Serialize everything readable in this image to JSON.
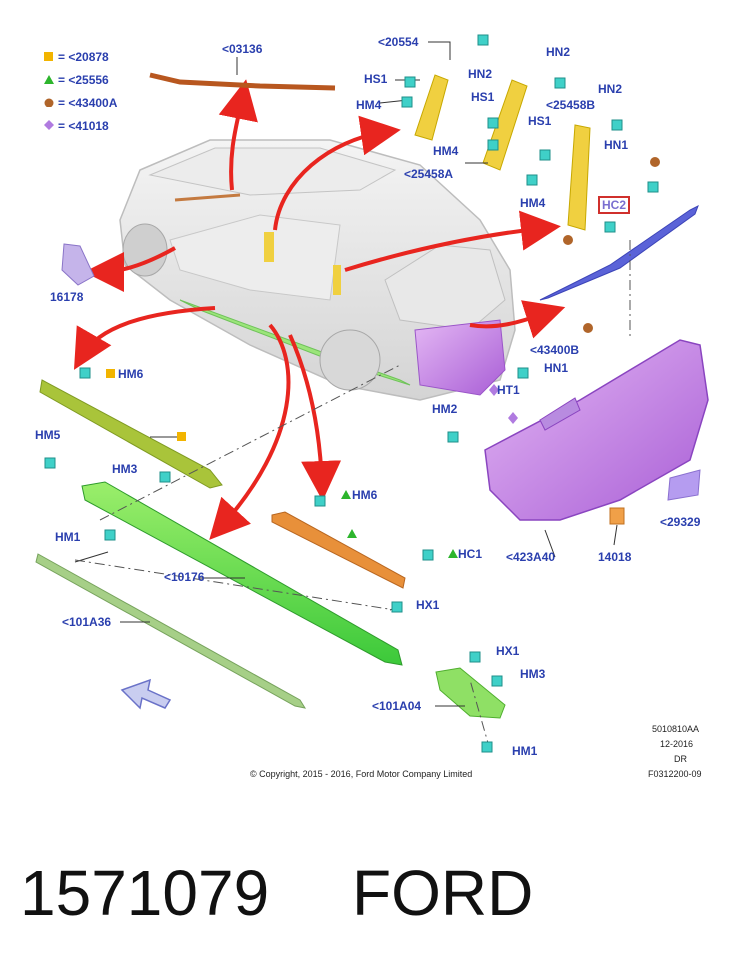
{
  "legend": [
    {
      "symbol": "square",
      "color": "#f2b400",
      "label": "= <20878"
    },
    {
      "symbol": "triangle",
      "color": "#2db52d",
      "label": "= <25556"
    },
    {
      "symbol": "circle",
      "color": "#b0652a",
      "label": "= <43400A"
    },
    {
      "symbol": "diamond",
      "color": "#b07be0",
      "label": "= <41018"
    }
  ],
  "callouts": {
    "c03136": "<03136",
    "c20554": "<20554",
    "hs1_a": "HS1",
    "hm4_a": "HM4",
    "hn2_a": "HN2",
    "hn2_b": "HN2",
    "hn2_c": "HN2",
    "hs1_b": "HS1",
    "c25458b": "<25458B",
    "hm4_b": "HM4",
    "hs1_c": "HS1",
    "hn1_a": "HN1",
    "c25458a": "<25458A",
    "hm4_c": "HM4",
    "hc2": "HC2",
    "c16178": "16178",
    "c43400b": "<43400B",
    "hm6_a": "HM6",
    "hn1_b": "HN1",
    "ht1": "HT1",
    "hm2": "HM2",
    "hm5": "HM5",
    "hm3_a": "HM3",
    "hm6_b": "HM6",
    "hm1_a": "HM1",
    "c29329": "<29329",
    "c423a40": "<423A40",
    "c14018": "14018",
    "hc1": "HC1",
    "c10176": "<10176",
    "hx1_a": "HX1",
    "c101a36": "<101A36",
    "hx1_b": "HX1",
    "hm3_b": "HM3",
    "c101a04": "<101A04",
    "hm1_b": "HM1"
  },
  "meta": {
    "code": "5010810AA",
    "date": "12-2016",
    "dr": "DR",
    "ref": "F0312200-09",
    "copyright": "© Copyright, 2015 - 2016, Ford Motor Company Limited"
  },
  "footer": {
    "part_number": "1571079",
    "brand": "FORD"
  }
}
